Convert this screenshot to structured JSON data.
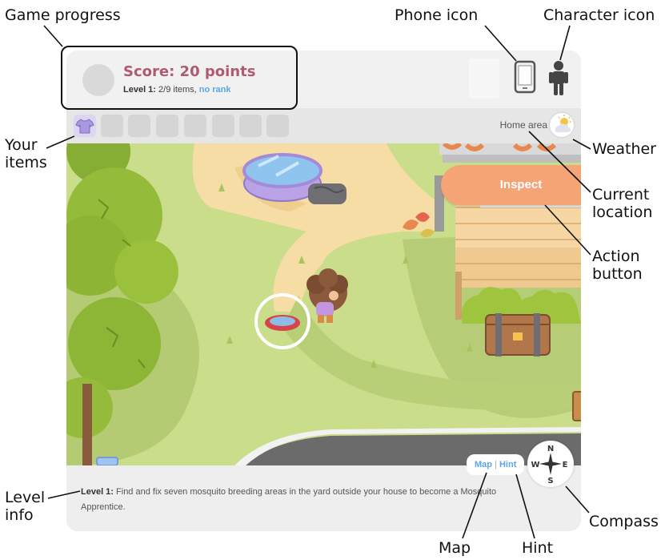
{
  "annotations": {
    "game_progress": "Game progress",
    "phone_icon": "Phone icon",
    "character_icon": "Character icon",
    "your_items": "Your items",
    "weather": "Weather",
    "current_location": "Current location",
    "action_button": "Action button",
    "level_info": "Level info",
    "map": "Map",
    "hint": "Hint",
    "compass": "Compass"
  },
  "hud": {
    "score": "Score: 20 points",
    "level_prefix": "Level 1:",
    "items_progress": "2/9 items,",
    "rank": "no rank"
  },
  "item_bar": {
    "slots": [
      "shirt-icon",
      "",
      "",
      "",
      "",
      "",
      "",
      ""
    ],
    "location": "Home area",
    "weather_icon": "partly-sunny-icon"
  },
  "actions": {
    "inspect_label": "Inspect",
    "map_label": "Map",
    "hint_label": "Hint",
    "separator": "|"
  },
  "compass": {
    "n": "N",
    "s": "S",
    "e": "E",
    "w": "W"
  },
  "level_info": {
    "prefix": "Level 1:",
    "text": "Find and fix seven mosquito breeding areas in the yard outside your house to become a Mosquito Apprentice."
  },
  "colors": {
    "score": "#b05a72",
    "accent_blue": "#5aa6e6",
    "inspect": "#f5a476",
    "grass": "#c9dd8a",
    "path": "#f6dca5",
    "tree": "#86ad34"
  }
}
